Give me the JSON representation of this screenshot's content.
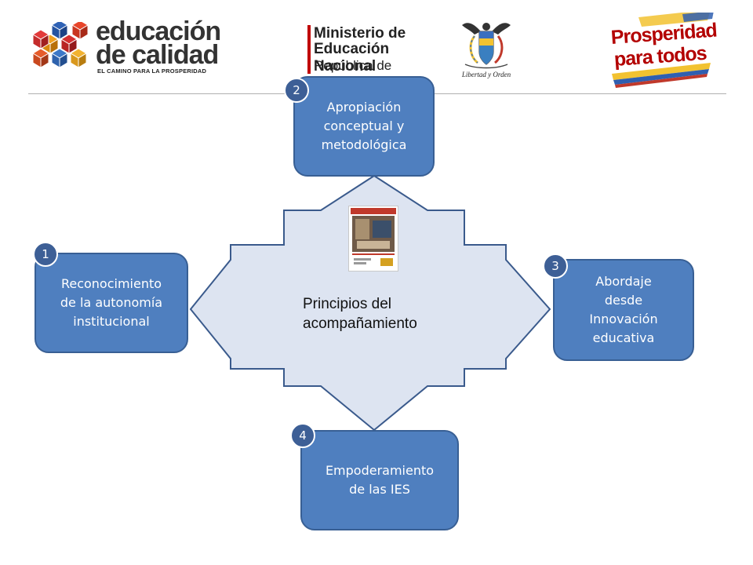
{
  "header": {
    "edu_logo": {
      "line1": "educación",
      "line2": "de calidad",
      "tagline": "EL CAMINO PARA LA PROSPERIDAD"
    },
    "ministry": {
      "line1": "Ministerio de",
      "line2": "Educación Nacional",
      "line3": "República de Colombia"
    },
    "coat_of_arms": {
      "motto": "Libertad y Orden"
    },
    "prosperity_logo": {
      "line1": "Prosperidad",
      "line2": "para todos"
    }
  },
  "diagram": {
    "center_label_line1": "Principios del",
    "center_label_line2": "acompañamiento",
    "boxes": [
      {
        "number": "1",
        "lines": [
          "Reconocimiento",
          "de la autonomía",
          "institucional"
        ]
      },
      {
        "number": "2",
        "lines": [
          "Apropiación",
          "conceptual y",
          "metodológica"
        ]
      },
      {
        "number": "3",
        "lines": [
          "Abordaje",
          "desde",
          "Innovación",
          "educativa"
        ]
      },
      {
        "number": "4",
        "lines": [
          "Empoderamiento",
          "de las IES"
        ]
      }
    ]
  },
  "colors": {
    "box_fill": "#4f7fbf",
    "badge_fill": "#3d5f96",
    "arrow_fill": "#dde4f1",
    "arrow_stroke": "#3a5a8c",
    "brand_red": "#b30000"
  },
  "icons": [
    "cube-logo-icon",
    "coat-of-arms-icon"
  ]
}
